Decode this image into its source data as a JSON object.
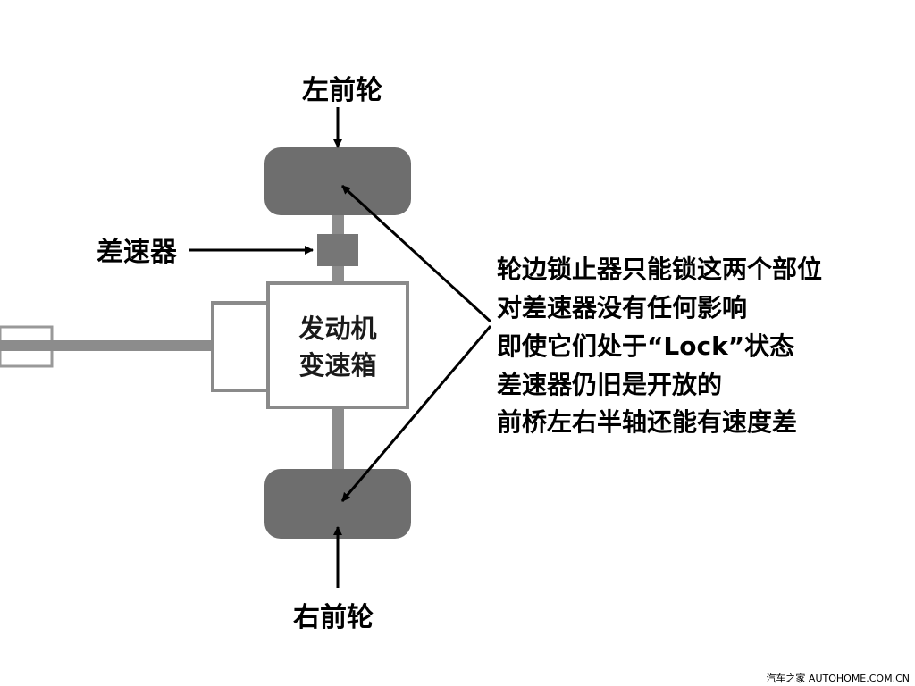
{
  "labels": {
    "left_front_wheel": "左前轮",
    "right_front_wheel": "右前轮",
    "differential": "差速器",
    "engine_line1": "发动机",
    "engine_line2": "变速箱"
  },
  "note_lines": [
    "轮边锁止器只能锁这两个部位",
    "对差速器没有任何影响",
    "即使它们处于“Lock”状态",
    "差速器仍旧是开放的",
    "前桥左右半轴还能有速度差"
  ],
  "watermark": "汽车之家 AUTOHOME.COM.CN",
  "colors": {
    "wheel": "#6e6e6e",
    "differential": "#767676",
    "axle": "#8c8c8c",
    "box_stroke": "#8a8a8a",
    "arrow": "#000000"
  }
}
